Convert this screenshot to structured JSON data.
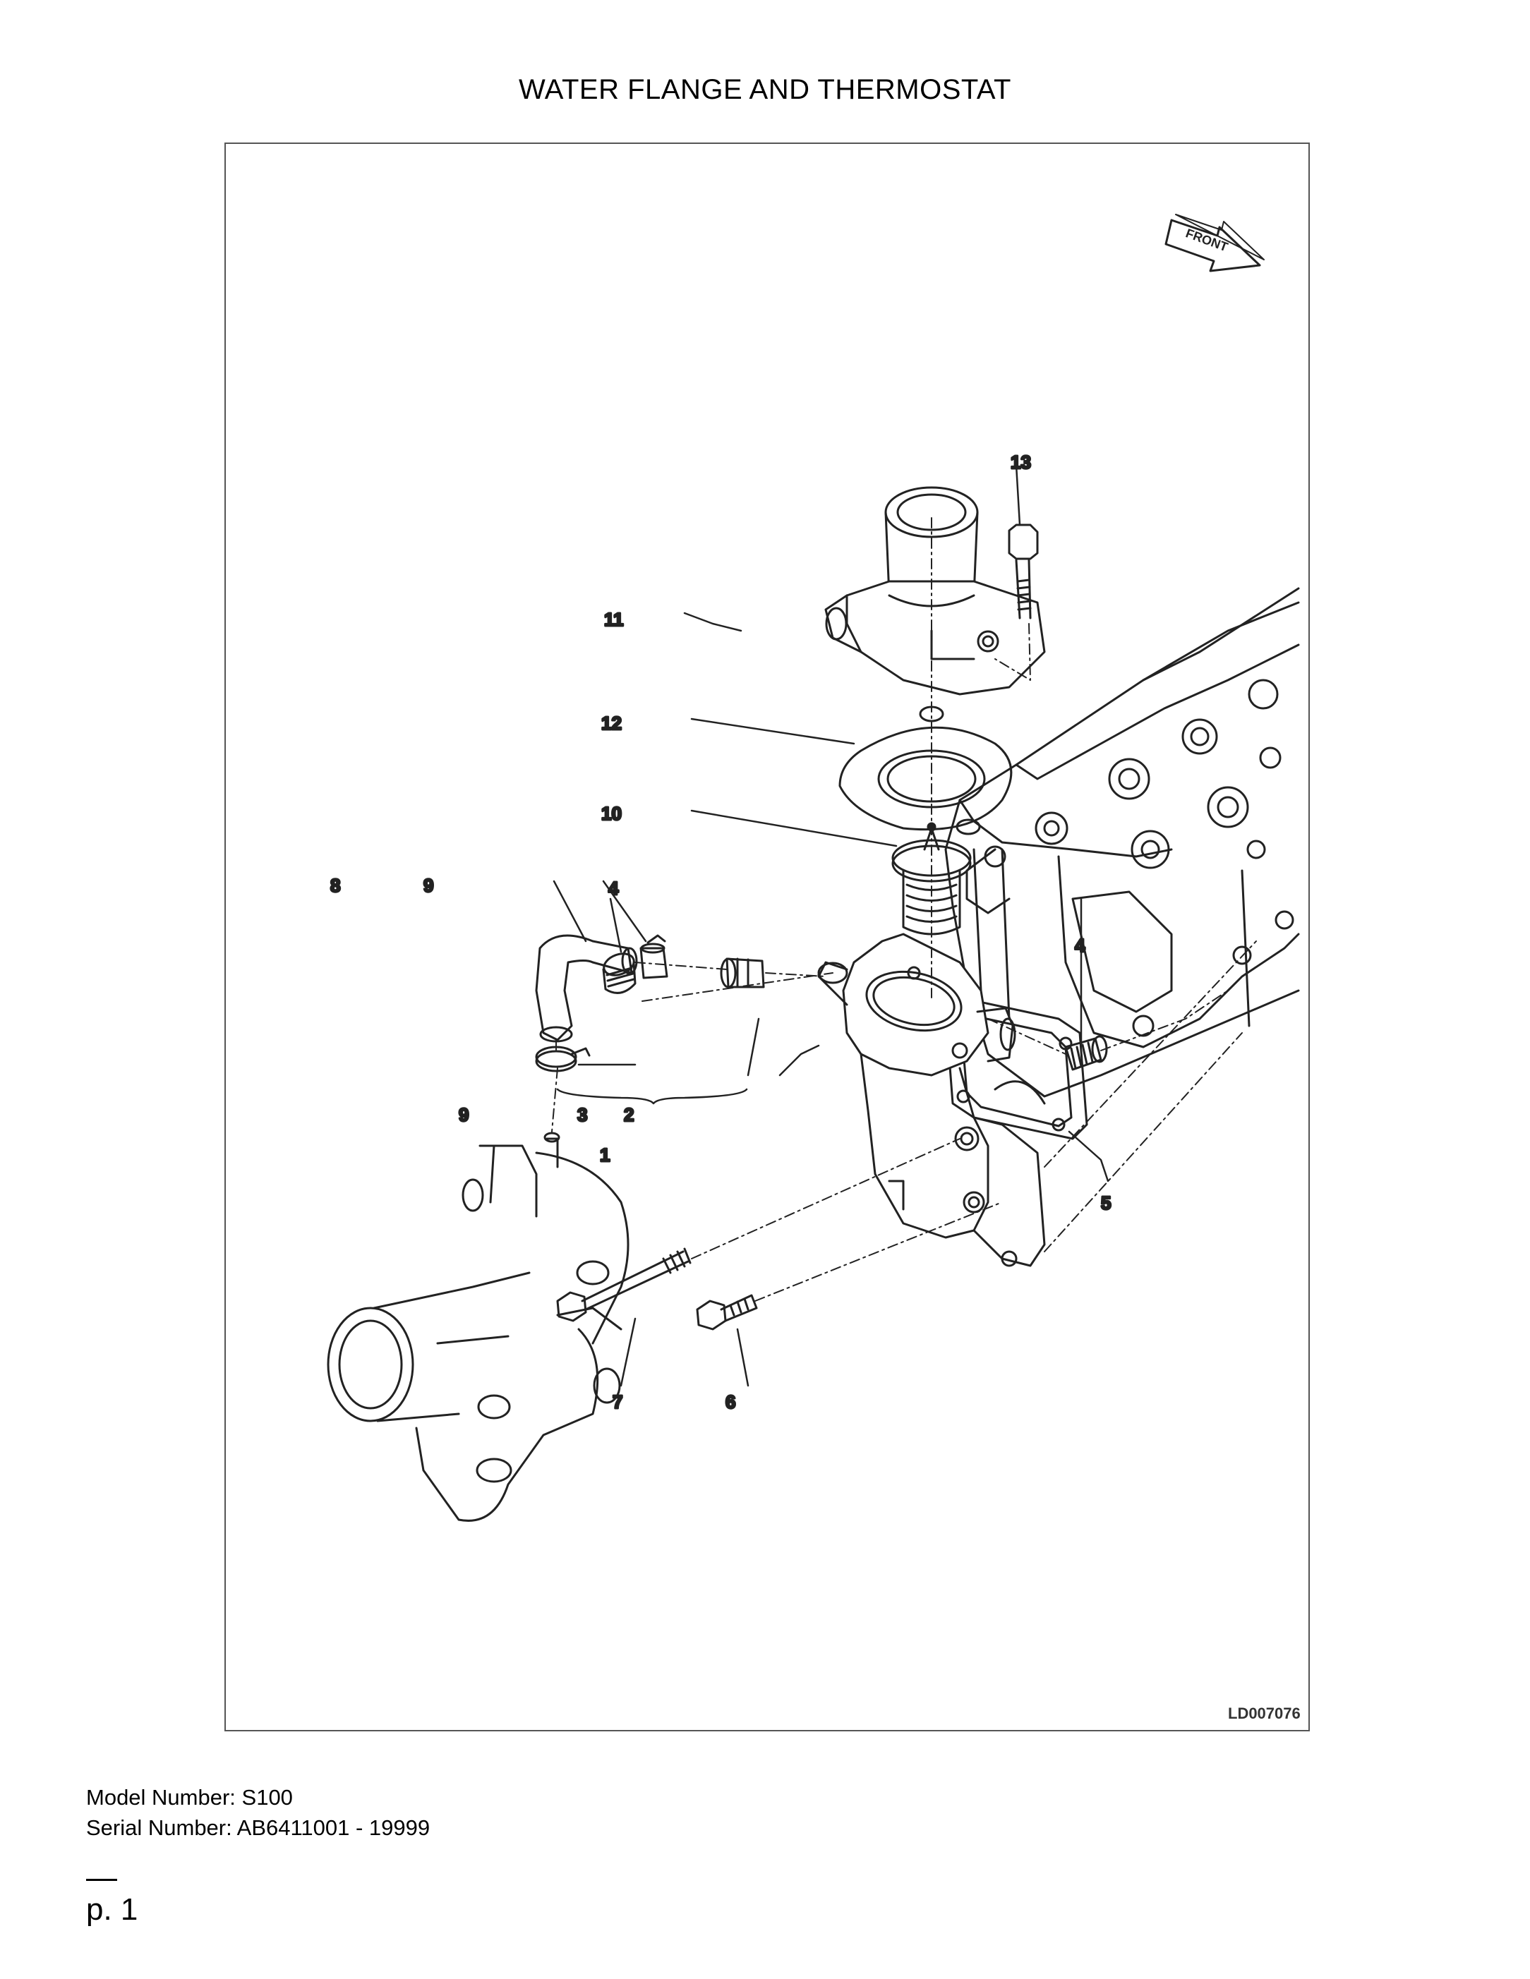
{
  "page": {
    "title": "WATER FLANGE AND THERMOSTAT",
    "model_label": "Model Number: S100",
    "serial_label": "Serial Number: AB6411001 - 19999",
    "page_label": "p. 1"
  },
  "figure": {
    "figure_id": "LD007076",
    "front_arrow_text": "FRONT",
    "callouts": {
      "c1": "1",
      "c2": "2",
      "c3": "3",
      "c4a": "4",
      "c4b": "4",
      "c5": "5",
      "c6": "6",
      "c7": "7",
      "c8": "8",
      "c9a": "9",
      "c9b": "9",
      "c10": "10",
      "c11": "11",
      "c12": "12",
      "c13": "13"
    }
  }
}
